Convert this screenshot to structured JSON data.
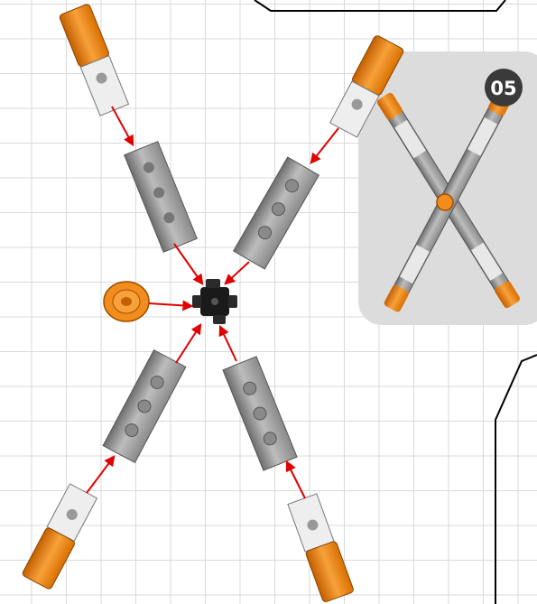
{
  "step": {
    "number": "05"
  },
  "colors": {
    "brick_orange": "#f28c1c",
    "brick_orange_dark": "#c45f00",
    "beam_gray": "#9c9c9c",
    "beam_light": "#e6e6e6",
    "hub_black": "#1a1a1a",
    "arrow_red": "#e10000",
    "panel_bg": "#dcdcdc",
    "badge_bg": "#3a3a3a"
  },
  "parts": {
    "center": "cross-axle-connector",
    "arms": [
      "upper-left-arm",
      "upper-right-arm",
      "lower-left-arm",
      "lower-right-arm"
    ],
    "wheel": "orange-bushing"
  }
}
